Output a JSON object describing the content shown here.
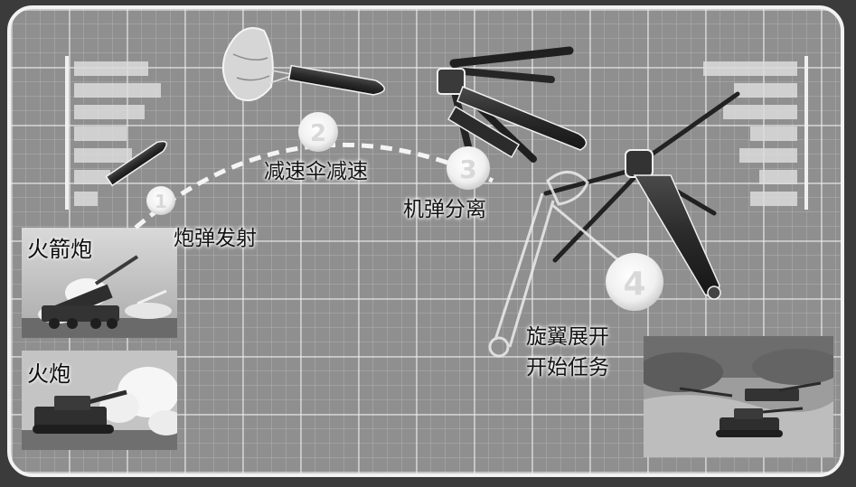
{
  "stages": [
    {
      "number": "1",
      "label": "炮弹发射"
    },
    {
      "number": "2",
      "label": "减速伞减速"
    },
    {
      "number": "3",
      "label": "机弹分离"
    },
    {
      "number": "4",
      "label": "旋翼展开\n开始任务"
    }
  ],
  "launchers": {
    "rocket": "火箭炮",
    "artillery": "火炮"
  },
  "colors": {
    "background": "#8f8f8f",
    "grid": "#ebebeb",
    "frame": "#f2f2f2",
    "projectile": "#2a2a2a"
  }
}
